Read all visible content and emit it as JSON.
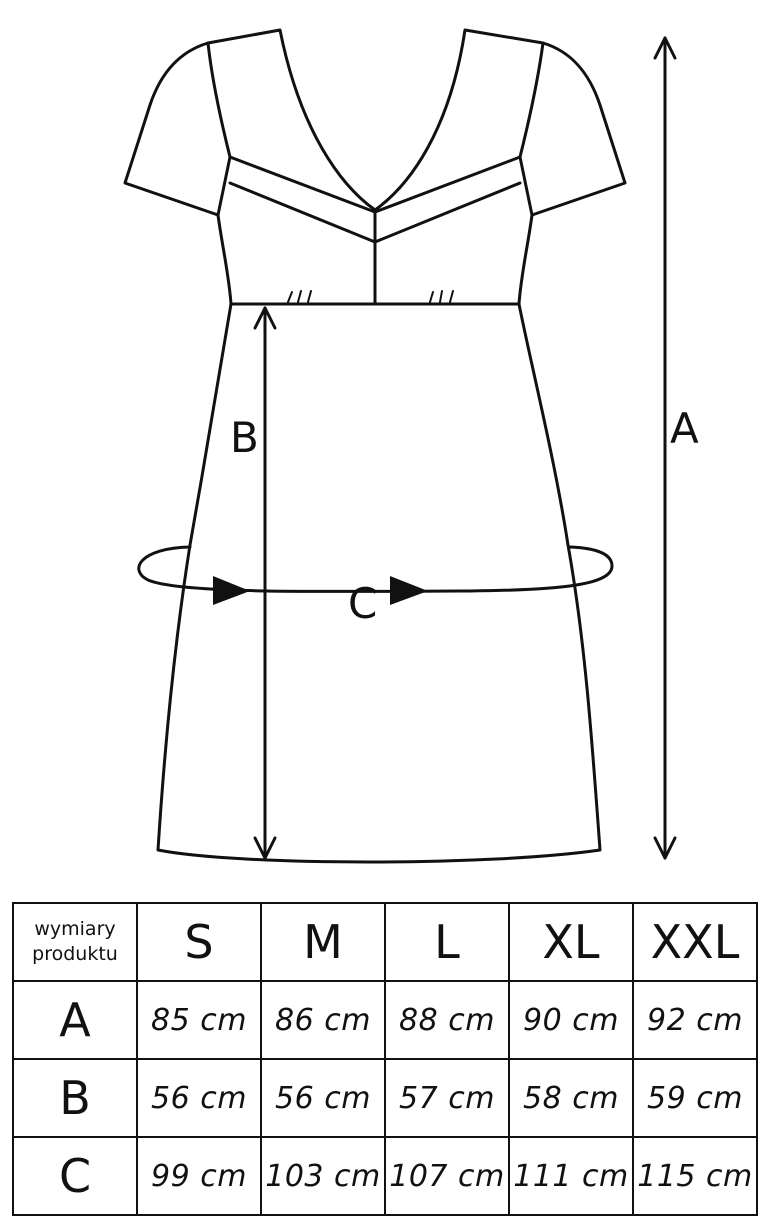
{
  "diagram": {
    "labels": {
      "a": "A",
      "b": "B",
      "c": "C"
    }
  },
  "table": {
    "corner_line1": "wymiary",
    "corner_line2": "produktu",
    "sizes": [
      "S",
      "M",
      "L",
      "XL",
      "XXL"
    ],
    "rows": [
      {
        "label": "A",
        "values": [
          "85 cm",
          "86 cm",
          "88 cm",
          "90 cm",
          "92 cm"
        ]
      },
      {
        "label": "B",
        "values": [
          "56 cm",
          "56 cm",
          "57 cm",
          "58 cm",
          "59 cm"
        ]
      },
      {
        "label": "C",
        "values": [
          "99 cm",
          "103 cm",
          "107 cm",
          "111 cm",
          "115 cm"
        ]
      }
    ]
  }
}
